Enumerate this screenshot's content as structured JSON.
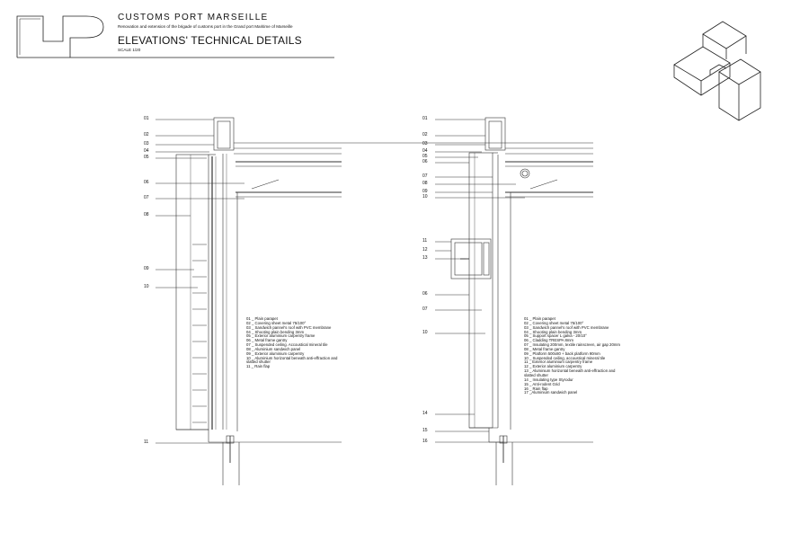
{
  "header": {
    "project": "CUSTOMS PORT MARSEILLE",
    "subtitle": "Renovation and extension of the brigade of customs port in the Grand port Maritime of Marseille",
    "sheet_title": "ELEVATIONS' TECHNICAL DETAILS",
    "scale": "SCALE 1/20"
  },
  "detail_left": {
    "callouts": [
      "01",
      "02",
      "03",
      "04",
      "05",
      "06",
      "07",
      "08",
      "09",
      "10",
      "11"
    ],
    "legend": [
      "01 _ Plain parapet",
      "02 _ Covering sheet metal 75/100°",
      "03 _ Sandwich pannel's roof with PVC membrane",
      "04 _ Shooting plain bending 3mm",
      "05 _ Exterior aluminium carpentry frame",
      "06 _ Metal frame gantry",
      "07 _ Suspended ceiling. Accoustical mineral tile",
      "08 _ Aluminium sandwich panel",
      "09 _ Exterior aluminium carpentry",
      "10 _ Aluminium horizontal beneath anti-effraction and slatted shutter",
      "11 _ Rain flap"
    ]
  },
  "detail_right": {
    "callouts": [
      "01",
      "02",
      "03",
      "04",
      "05",
      "06",
      "07",
      "08",
      "09",
      "10",
      "11",
      "12",
      "13",
      "06",
      "07",
      "10",
      "14",
      "15",
      "16"
    ],
    "legend": [
      "01 _ Plain parapet",
      "02 _ Covering sheet metal 75/100°",
      "03 _ Sandwich pannel's roof with PVC membrane",
      "04 _ Shooting plain bending 3mm",
      "05 _ Support spacer L galva - 20/10°",
      "06 _ Cladding TRESPA 8mm",
      "07 _ Insulating 200mm, textile rainscreen, air gap 20mm",
      "08 _ Metal frame gantry",
      "09 _ Platform 500x80 + back platform 90mm",
      "10 _ Suspended ceiling, accoustical mineral tile",
      "11 _ Exterior aluminium carpentry frame",
      "12 _ Exterior aluminium carpentry",
      "13 _ Aluminium horizontal beneath anti-effraction and slatted shutter",
      "14 _ Insulating type Styrodur",
      "15 _ Anti-rodent Grid",
      "16 _ Rain flap",
      "17 _Aluminium sandwich panel"
    ]
  }
}
